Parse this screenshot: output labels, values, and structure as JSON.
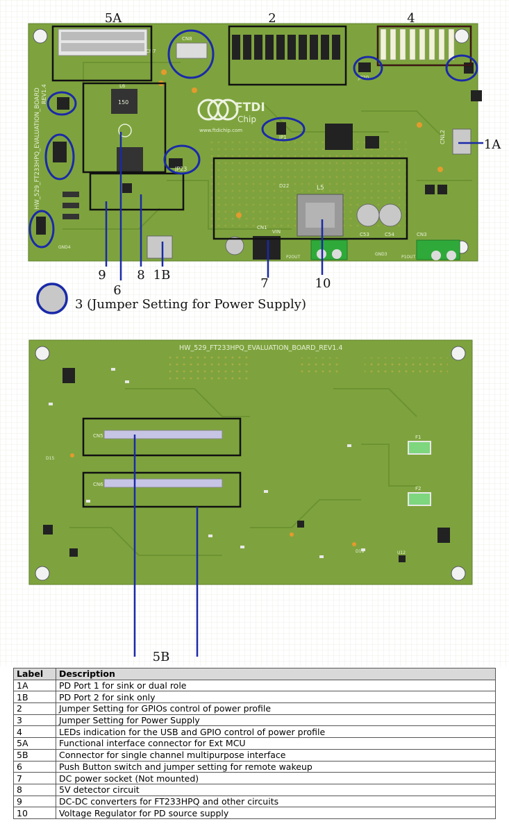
{
  "figure": {
    "callouts": {
      "c5A": "5A",
      "c2": "2",
      "c4": "4",
      "c1A": "1A",
      "c9": "9",
      "c6": "6",
      "c8": "8",
      "c1B": "1B",
      "c7": "7",
      "c10": "10",
      "c5B": "5B"
    },
    "key_note": "3 (Jumper Setting for Power Supply)",
    "top_board": {
      "side_title": "HW_529_FT233HPQ_EVALUATION_BOARD",
      "version": "REV1.4",
      "brand_text": "FTDI",
      "brand_sub": "Chip",
      "brand_url": "www.ftdichip.com",
      "silk": {
        "cn7": "CN7",
        "cn8": "CN8",
        "cnl2": "CNL2",
        "cn1": "CN1",
        "cn3": "CN3",
        "l5": "L5",
        "l6": "L6",
        "c53": "C53",
        "c54": "C54",
        "jp23": "JP23",
        "jp20": "JP20",
        "jp1": "JP1",
        "d22": "D22",
        "gnd4": "GND4",
        "gnd3": "GND3",
        "p2out": "P2OUT",
        "p1out": "P1OUT",
        "vin": "VIN",
        "l50": "150"
      }
    },
    "bottom_board": {
      "title": "HW_529_FT233HPQ_EVALUATION_BOARD_REV1.4",
      "silk": {
        "cn5": "CN5",
        "cn6": "CN6",
        "f1": "F1",
        "f2": "F2",
        "d15": "D15",
        "d18": "D18",
        "u12": "U12"
      }
    },
    "colors": {
      "board": "#7ea33e",
      "outline": "#111111",
      "marker": "#1a2aa8",
      "background": "#f4f5f0"
    }
  },
  "table": {
    "headers": [
      "Label",
      "Description"
    ],
    "rows": [
      [
        "1A",
        "PD Port 1 for sink or dual role"
      ],
      [
        "1B",
        "PD Port 2 for sink only"
      ],
      [
        "2",
        "Jumper Setting for GPIOs control of power profile"
      ],
      [
        "3",
        "Jumper Setting for Power Supply"
      ],
      [
        "4",
        "LEDs indication for the USB and GPIO control of power profile"
      ],
      [
        "5A",
        "Functional interface connector for Ext MCU"
      ],
      [
        "5B",
        "Connector for single channel multipurpose interface"
      ],
      [
        "6",
        "Push Button switch and jumper setting for remote wakeup"
      ],
      [
        "7",
        "DC power socket (Not mounted)"
      ],
      [
        "8",
        "5V detector circuit"
      ],
      [
        "9",
        "DC-DC converters for FT233HPQ and other circuits"
      ],
      [
        "10",
        "Voltage Regulator for PD source supply"
      ]
    ]
  }
}
